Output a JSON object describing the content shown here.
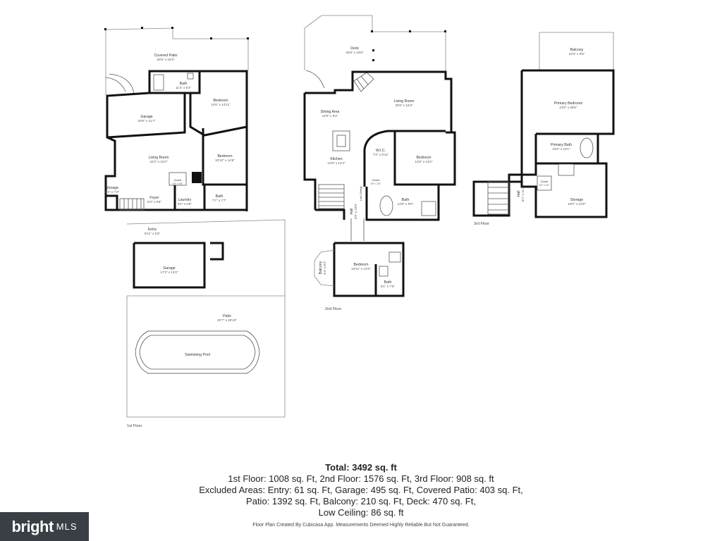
{
  "floors": {
    "first": "1st Floor",
    "second": "2nd Floor",
    "third": "3rd Floor"
  },
  "rooms": {
    "covered_patio": {
      "name": "Covered Patio",
      "dim": "30'5\" x 16'3\""
    },
    "bath_1a": {
      "name": "Bath",
      "dim": "11'4\" x 5'4\""
    },
    "bedroom_1a": {
      "name": "Bedroom",
      "dim": "14'6\" x 14'11\""
    },
    "garage_1a": {
      "name": "Garage",
      "dim": "20'5\" x 11'7\""
    },
    "living_room_1": {
      "name": "Living Room",
      "dim": "22'2\" x 10'2\""
    },
    "bedroom_1b": {
      "name": "Bedroom",
      "dim": "10'10\" x 14'6\""
    },
    "closet_1": {
      "name": "Closet",
      "dim": "3'4\" x 3'6\""
    },
    "storage_1": {
      "name": "Storage",
      "dim": "9'3\" x 7'2\""
    },
    "foyer": {
      "name": "Foyer",
      "dim": "5'3\" x 9'5\""
    },
    "laundry": {
      "name": "Laundry",
      "dim": "9'1\" x 6'6\""
    },
    "bath_1b": {
      "name": "Bath",
      "dim": "7'7\" x 7'7\""
    },
    "entry": {
      "name": "Entry",
      "dim": "9'11\" x 5'8\""
    },
    "garage_1b": {
      "name": "Garage",
      "dim": "17'3\" x 13'2\""
    },
    "patio": {
      "name": "Patio",
      "dim": "40'7\" x 49'10\""
    },
    "pool": {
      "name": "Swimming Pool",
      "dim": ""
    },
    "deck": {
      "name": "Deck",
      "dim": "35'9\" x 19'6\""
    },
    "dining_area": {
      "name": "Dining Area",
      "dim": "12'0\" x 9'4\""
    },
    "living_room_2": {
      "name": "Living Room",
      "dim": "25'5\" x 15'3\""
    },
    "kitchen": {
      "name": "Kitchen",
      "dim": "12'8\" x 12'4\""
    },
    "wic": {
      "name": "W.I.C.",
      "dim": "7'3\" x 9'11\""
    },
    "bedroom_2a": {
      "name": "Bedroom",
      "dim": "14'6\" x 13'2\""
    },
    "closet_2": {
      "name": "Closet",
      "dim": "4'9\" x 2'6\""
    },
    "bath_2a": {
      "name": "Bath",
      "dim": "14'0\" x 9'0\""
    },
    "hall_2": {
      "name": "Hall",
      "dim": "3'9\" x 15'9\""
    },
    "low_ceiling": {
      "name": "Low Ceiling",
      "dim": ""
    },
    "balcony_2": {
      "name": "Balcony",
      "dim": "4'4\" x 8'2\""
    },
    "bedroom_2b": {
      "name": "Bedroom",
      "dim": "16'11\" x 13'2\""
    },
    "bath_2b": {
      "name": "Bath",
      "dim": "6'1\" x 7'5\""
    },
    "balcony_3": {
      "name": "Balcony",
      "dim": "19'4\" x 9'5\""
    },
    "primary_bedroom": {
      "name": "Primary Bedroom",
      "dim": "23'5\" x 25'6\""
    },
    "primary_bath": {
      "name": "Primary Bath",
      "dim": "15'0\" x 10'1\""
    },
    "closet_3": {
      "name": "Closet",
      "dim": "3'4\" x 3'4\""
    },
    "hall_3": {
      "name": "Hall",
      "dim": "6'2\" x 11'3\""
    },
    "storage_3": {
      "name": "Storage",
      "dim": "18'0\" x 13'9\""
    }
  },
  "summary": {
    "total": "Total: 3492 sq. ft",
    "line1": "1st Floor: 1008 sq. Ft, 2nd Floor: 1576 sq. Ft, 3rd Floor: 908 sq. ft",
    "line2": "Excluded Areas: Entry: 61 sq. Ft, Garage: 495 sq. Ft, Covered Patio: 403 sq. Ft,",
    "line3": "Patio: 1392 sq. Ft, Balcony: 210 sq. Ft, Deck: 470 sq. Ft,",
    "line4": "Low Ceiling: 86 sq. ft"
  },
  "disclaimer": "Floor Plan Created By Cubicasa App. Measurements Deemed Highly Reliable But Not Guaranteed.",
  "logo": {
    "brand": "bright",
    "suffix": "MLS"
  }
}
